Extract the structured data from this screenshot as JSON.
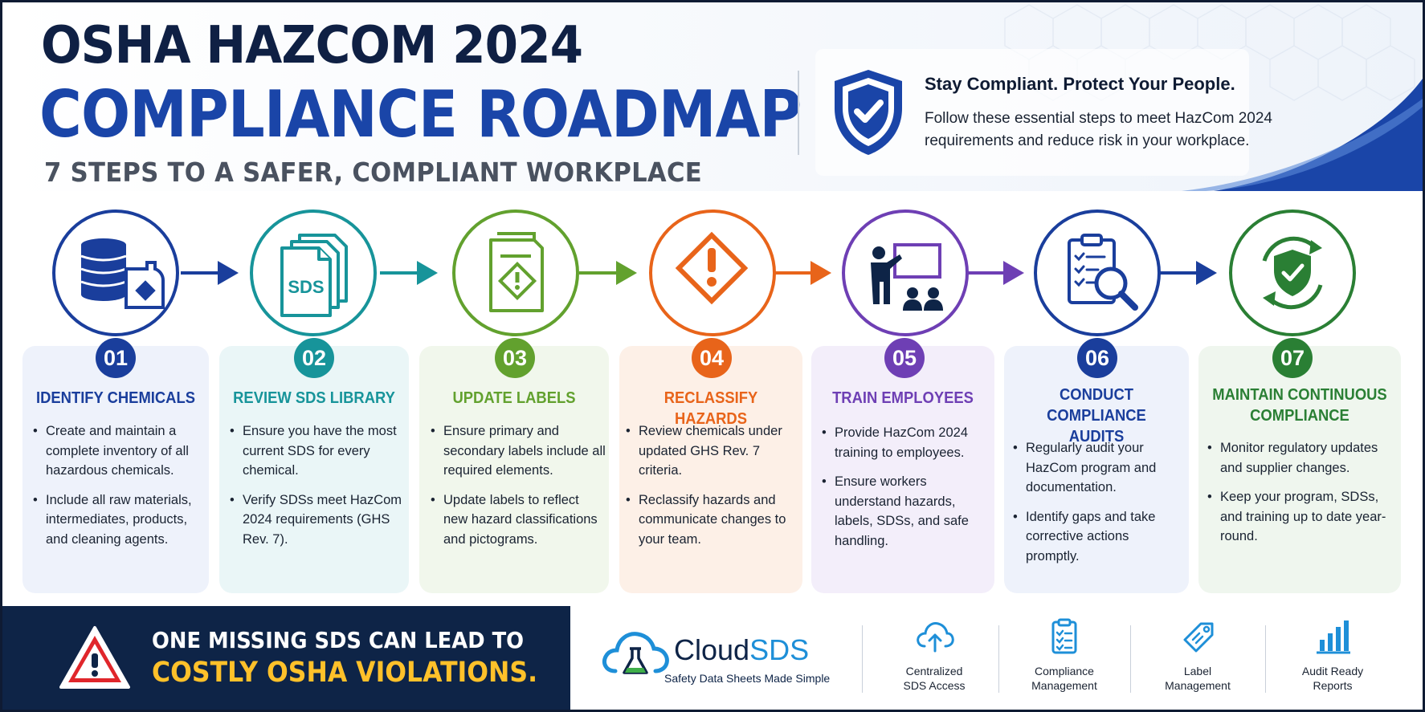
{
  "header": {
    "title_line1": "OSHA HAZCOM 2024",
    "title_line2": "COMPLIANCE ROADMAP",
    "subtitle": "7 STEPS TO A SAFER, COMPLIANT WORKPLACE",
    "tagline_heading": "Stay Compliant. Protect Your People.",
    "tagline_body": "Follow these essential steps to meet HazCom 2024 requirements and reduce risk in your workplace.",
    "shield_icon": "shield-check-icon"
  },
  "steps": [
    {
      "number": "01",
      "title": "IDENTIFY CHEMICALS",
      "color": "#1a3e9c",
      "icon": "chemical-barrels-icon",
      "bullets": [
        "Create and maintain a complete inventory of all hazardous chemicals.",
        "Include all raw materials, intermediates, products, and cleaning agents."
      ]
    },
    {
      "number": "02",
      "title": "REVIEW SDS LIBRARY",
      "color": "#17949a",
      "icon": "sds-documents-icon",
      "bullets": [
        "Ensure you have the most current SDS for every chemical.",
        "Verify SDSs meet HazCom 2024 requirements (GHS Rev. 7)."
      ]
    },
    {
      "number": "03",
      "title": "UPDATE LABELS",
      "color": "#62a12e",
      "icon": "hazard-label-icon",
      "bullets": [
        "Ensure primary and secondary labels include all required elements.",
        "Update labels to reflect new hazard classifications and pictograms."
      ]
    },
    {
      "number": "04",
      "title": "RECLASSIFY HAZARDS",
      "color": "#e8641a",
      "icon": "hazard-diamond-icon",
      "bullets": [
        "Review chemicals under updated GHS Rev. 7 criteria.",
        "Reclassify hazards and communicate changes to your team."
      ]
    },
    {
      "number": "05",
      "title": "TRAIN EMPLOYEES",
      "color": "#6e3fb4",
      "icon": "training-presentation-icon",
      "bullets": [
        "Provide HazCom 2024 training to employees.",
        "Ensure workers understand hazards, labels, SDSs, and safe handling."
      ]
    },
    {
      "number": "06",
      "title_line1": "CONDUCT COMPLIANCE",
      "title_line2": "AUDITS",
      "color": "#1a3e9c",
      "icon": "audit-clipboard-icon",
      "bullets": [
        "Regularly audit your HazCom program and documentation.",
        "Identify gaps and take corrective actions promptly."
      ]
    },
    {
      "number": "07",
      "title_line1": "MAINTAIN CONTINUOUS",
      "title_line2": "COMPLIANCE",
      "color": "#2a7f34",
      "icon": "shield-cycle-icon",
      "bullets": [
        "Monitor regulatory updates and supplier changes.",
        "Keep your program, SDSs, and training up to date year-round."
      ]
    }
  ],
  "footer": {
    "warning_line1": "ONE MISSING SDS CAN LEAD TO",
    "warning_line2": "COSTLY OSHA VIOLATIONS.",
    "warning_icon": "warning-triangle-icon",
    "brand_part1": "Cloud",
    "brand_part2": "SDS",
    "brand_tagline": "Safety Data Sheets Made Simple",
    "brand_icon": "cloud-flask-icon",
    "features": [
      {
        "line1": "Centralized",
        "line2": "SDS Access",
        "icon": "cloud-upload-icon"
      },
      {
        "line1": "Compliance",
        "line2": "Management",
        "icon": "checklist-icon"
      },
      {
        "line1": "Label",
        "line2": "Management",
        "icon": "label-tag-icon"
      },
      {
        "line1": "Audit Ready",
        "line2": "Reports",
        "icon": "bar-chart-icon"
      }
    ]
  },
  "colors": {
    "navy": "#0e2447",
    "title_blue": "#1a45a8",
    "warning_yellow": "#ffc12a",
    "brand_blue": "#1e8fd8"
  }
}
